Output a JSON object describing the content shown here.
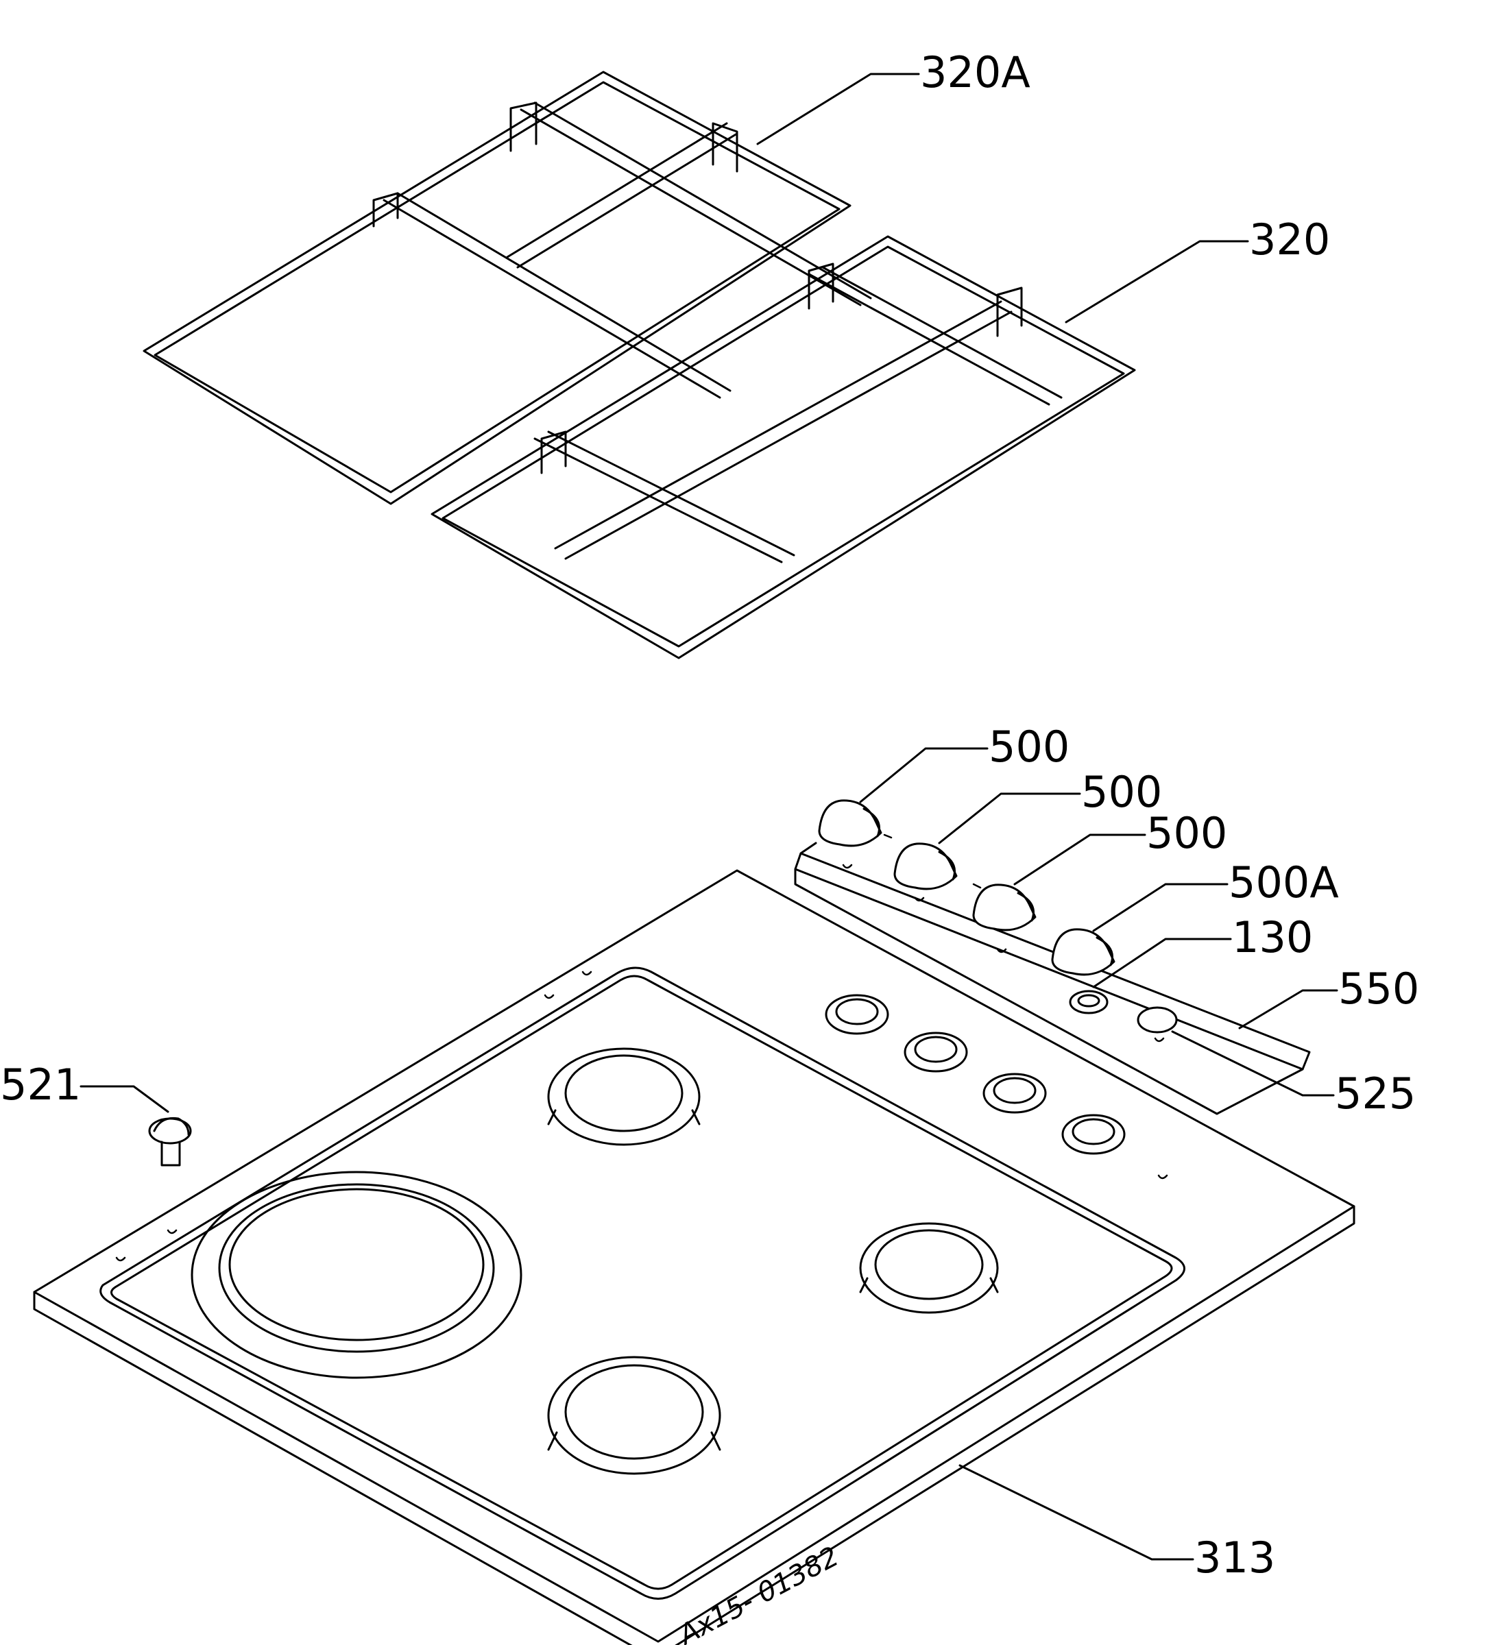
{
  "labels": {
    "grate_left": "320A",
    "grate_right": "320",
    "knob_1": "500",
    "knob_2": "500",
    "knob_3": "500",
    "knob_4": "500A",
    "ring": "130",
    "panel": "550",
    "foot": "521",
    "button": "525",
    "hob": "313"
  },
  "drawing_code": "Ax15- 01382"
}
